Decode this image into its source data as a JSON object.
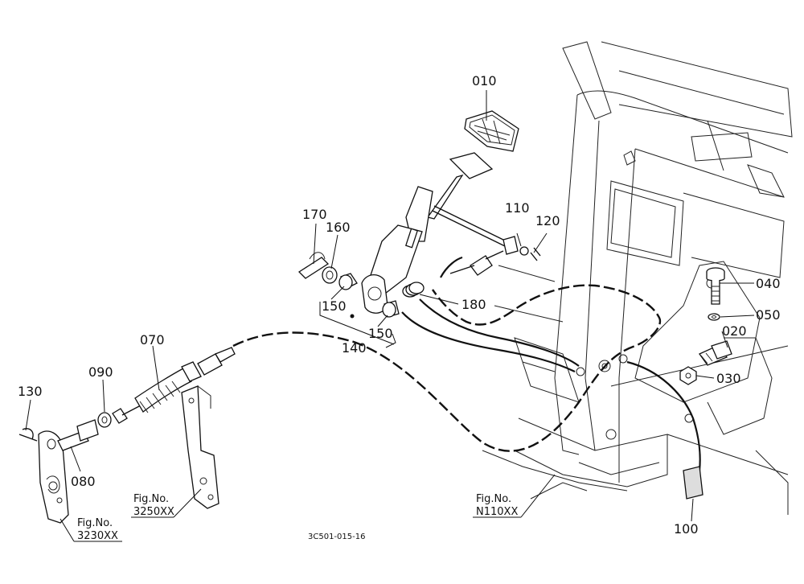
{
  "parts": [
    {
      "id": "p010",
      "number": "010"
    },
    {
      "id": "p020",
      "number": "020"
    },
    {
      "id": "p030",
      "number": "030"
    },
    {
      "id": "p040",
      "number": "040"
    },
    {
      "id": "p050",
      "number": "050"
    },
    {
      "id": "p070",
      "number": "070"
    },
    {
      "id": "p080",
      "number": "080"
    },
    {
      "id": "p090",
      "number": "090"
    },
    {
      "id": "p100",
      "number": "100"
    },
    {
      "id": "p110",
      "number": "110"
    },
    {
      "id": "p120",
      "number": "120"
    },
    {
      "id": "p130",
      "number": "130"
    },
    {
      "id": "p140",
      "number": "140"
    },
    {
      "id": "p150a",
      "number": "150"
    },
    {
      "id": "p150b",
      "number": "150"
    },
    {
      "id": "p160",
      "number": "160"
    },
    {
      "id": "p170",
      "number": "170"
    },
    {
      "id": "p180",
      "number": "180"
    }
  ],
  "figure_refs": [
    {
      "id": "ref3230",
      "label": "Fig.No.",
      "number": "3230XX"
    },
    {
      "id": "ref3250",
      "label": "Fig.No.",
      "number": "3250XX"
    },
    {
      "id": "refN110",
      "label": "Fig.No.",
      "number": "N110XX"
    }
  ],
  "drawing_code": "3C501-015-16"
}
